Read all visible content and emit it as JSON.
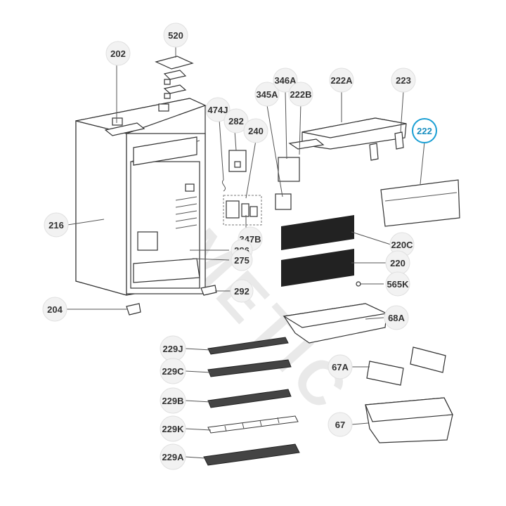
{
  "watermark": "DOMETIC",
  "accent_color": "#1a9fd4",
  "highlighted_part": "222",
  "callouts": {
    "c520": "520",
    "c202": "202",
    "c474J": "474J",
    "c282": "282",
    "c240": "240",
    "c345A": "345A",
    "c346A": "346A",
    "c222B": "222B",
    "c222A": "222A",
    "c223": "223",
    "c222": "222",
    "c216": "216",
    "c347B": "347B",
    "c286": "286",
    "c275": "275",
    "c220C": "220C",
    "c220": "220",
    "c565K": "565K",
    "c292": "292",
    "c204": "204",
    "c68A": "68A",
    "c229J": "229J",
    "c229C": "229C",
    "c67A": "67A",
    "c229B": "229B",
    "c229K": "229K",
    "c67": "67",
    "c229A": "229A"
  }
}
